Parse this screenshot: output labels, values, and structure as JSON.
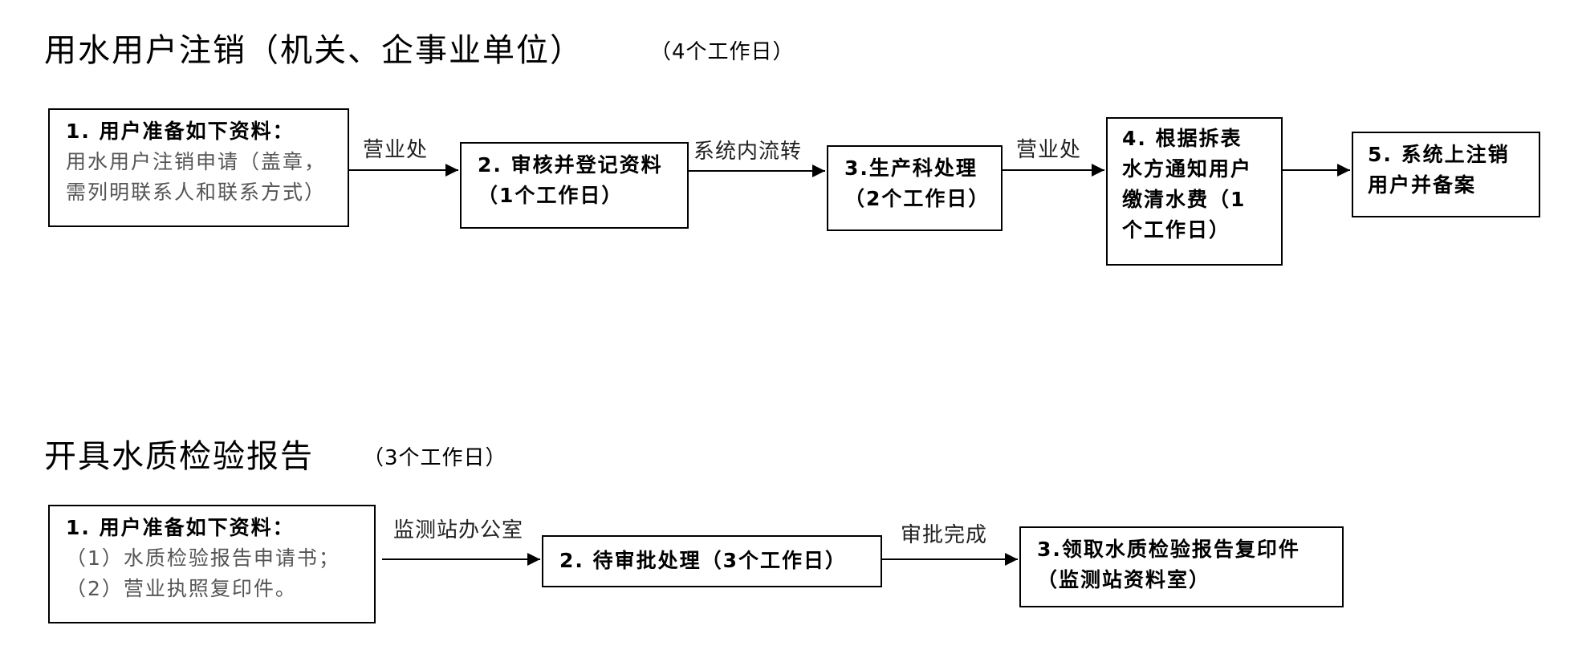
{
  "flow1": {
    "title": "用水用户注销（机关、企事业单位）",
    "days": "（4个工作日）",
    "step1": {
      "head": "1. 用户准备如下资料：",
      "line1": "用水用户注销申请（盖章，",
      "line2": "需列明联系人和联系方式）"
    },
    "edge1": "营业处",
    "step2": {
      "line1": "2. 审核并登记资料",
      "line2": "（1个工作日）"
    },
    "edge2": "系统内流转",
    "step3": {
      "line1": "3.生产科处理",
      "line2": "（2个工作日）"
    },
    "edge3": "营业处",
    "step4": {
      "line1": "4. 根据拆表",
      "line2": "水方通知用户",
      "line3": "缴清水费（1",
      "line4": "个工作日）"
    },
    "step5": {
      "line1": "5. 系统上注销",
      "line2": "用户并备案"
    }
  },
  "flow2": {
    "title": "开具水质检验报告",
    "days": "（3个工作日）",
    "step1": {
      "head": "1. 用户准备如下资料：",
      "line1": "（1）水质检验报告申请书；",
      "line2": "（2）营业执照复印件。"
    },
    "edge1": "监测站办公室",
    "step2": {
      "line1": "2. 待审批处理（3个工作日）"
    },
    "edge2": "审批完成",
    "step3": {
      "line1": "3.领取水质检验报告复印件",
      "line2": "（监测站资料室）"
    }
  }
}
